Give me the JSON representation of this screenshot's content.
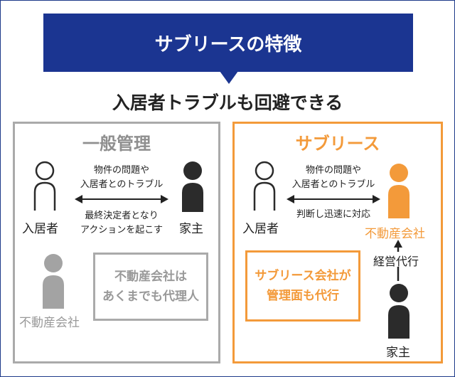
{
  "header": {
    "title": "サブリースの特徴",
    "subtitle": "入居者トラブルも回避できる"
  },
  "general": {
    "title": "一般管理",
    "tenant_label": "入居者",
    "owner_label": "家主",
    "agent_label": "不動産会社",
    "arrow_top_line1": "物件の問題や",
    "arrow_top_line2": "入居者とのトラブル",
    "arrow_bottom_line1": "最終決定者となり",
    "arrow_bottom_line2": "アクションを起こす",
    "note_line1": "不動産会社は",
    "note_line2": "あくまでも代理人"
  },
  "sublease": {
    "title": "サブリース",
    "tenant_label": "入居者",
    "agent_label": "不動産会社",
    "owner_label": "家主",
    "arrow_top_line1": "物件の問題や",
    "arrow_top_line2": "入居者とのトラブル",
    "arrow_bottom": "判断し迅速に対応",
    "vertical_label": "経営代行",
    "note_line1": "サブリース会社が",
    "note_line2": "管理面も代行"
  },
  "colors": {
    "navy": "#1b3591",
    "orange": "#f39a3a",
    "dark": "#2b2b2b",
    "gray": "#a3a3a3",
    "border_gray": "#aaaaaa"
  },
  "icons": {
    "tenant": "person-outline-icon",
    "owner": "person-filled-icon",
    "agent": "person-filled-icon",
    "arrow": "double-arrow-icon"
  }
}
